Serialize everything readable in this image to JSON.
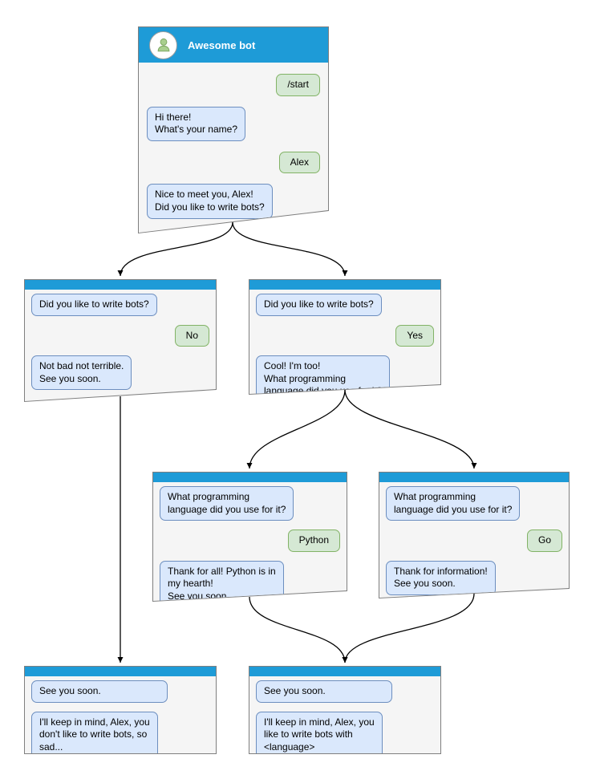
{
  "diagram": {
    "colors": {
      "titlebar_blue": "#1e9bd7",
      "window_bg": "#f5f5f5",
      "window_border": "#7f7f7f",
      "bot_bubble_bg": "#dae8fc",
      "bot_bubble_border": "#6c8ebf",
      "user_bubble_bg": "#d5e8d4",
      "user_bubble_border": "#82b366",
      "avatar_icon": "person-icon"
    },
    "windows": {
      "main": {
        "title": "Awesome bot",
        "messages": [
          {
            "from": "user",
            "text": "/start"
          },
          {
            "from": "bot",
            "text": "Hi there!\nWhat's your name?"
          },
          {
            "from": "user",
            "text": "Alex"
          },
          {
            "from": "bot",
            "text": "Nice to meet you, Alex!\nDid you like to write bots?"
          }
        ]
      },
      "no": {
        "messages": [
          {
            "from": "bot",
            "text": "Did you like to write bots?"
          },
          {
            "from": "user",
            "text": "No"
          },
          {
            "from": "bot",
            "text": "Not bad not terrible.\nSee you soon."
          }
        ]
      },
      "yes": {
        "messages": [
          {
            "from": "bot",
            "text": "Did you like to write bots?"
          },
          {
            "from": "user",
            "text": "Yes"
          },
          {
            "from": "bot",
            "text": "Cool! I'm too!\nWhat programming\nlanguage did you use for it?"
          }
        ]
      },
      "python": {
        "messages": [
          {
            "from": "bot",
            "text": "What programming\nlanguage did you use for it?"
          },
          {
            "from": "user",
            "text": "Python"
          },
          {
            "from": "bot",
            "text": "Thank for all! Python is in\nmy hearth!\nSee you soon."
          }
        ]
      },
      "go": {
        "messages": [
          {
            "from": "bot",
            "text": "What programming\nlanguage did you use for it?"
          },
          {
            "from": "user",
            "text": "Go"
          },
          {
            "from": "bot",
            "text": "Thank for information!\nSee you soon."
          }
        ]
      },
      "end_no": {
        "messages": [
          {
            "from": "bot",
            "text": "See you soon."
          },
          {
            "from": "bot",
            "text": "I'll keep in mind, Alex, you\ndon't like to write bots, so\nsad..."
          }
        ]
      },
      "end_yes": {
        "messages": [
          {
            "from": "bot",
            "text": "See you soon."
          },
          {
            "from": "bot",
            "text": "I'll keep in mind, Alex, you\nlike to write bots with\n<language>"
          }
        ]
      }
    },
    "edges": [
      {
        "from": "start",
        "to": "branch-no"
      },
      {
        "from": "start",
        "to": "branch-yes"
      },
      {
        "from": "branch-no",
        "to": "end-no"
      },
      {
        "from": "branch-yes",
        "to": "branch-python"
      },
      {
        "from": "branch-yes",
        "to": "branch-go"
      },
      {
        "from": "branch-python",
        "to": "end-language"
      },
      {
        "from": "branch-go",
        "to": "end-language"
      }
    ]
  }
}
